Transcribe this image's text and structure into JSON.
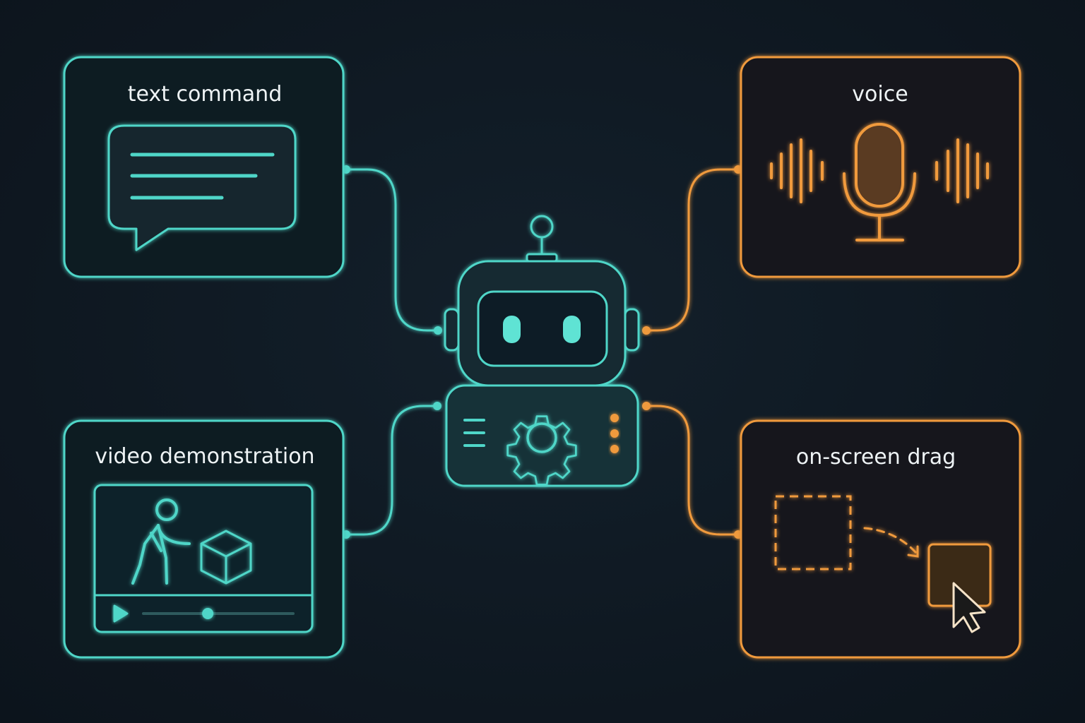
{
  "colors": {
    "teal": "#4fd6c8",
    "orange": "#f09a3e",
    "background": "#0f1923",
    "text": "#eef3f5"
  },
  "panels": {
    "text_command": {
      "label": "text command",
      "icon": "chat-bubble-icon"
    },
    "voice": {
      "label": "voice",
      "icon": "microphone-icon"
    },
    "video_demonstration": {
      "label": "video demonstration",
      "icon": "video-player-icon",
      "playback_progress": 0.43
    },
    "on_screen_drag": {
      "label": "on-screen drag",
      "icon": "drag-cursor-icon"
    }
  },
  "center": {
    "icon": "robot-icon"
  }
}
